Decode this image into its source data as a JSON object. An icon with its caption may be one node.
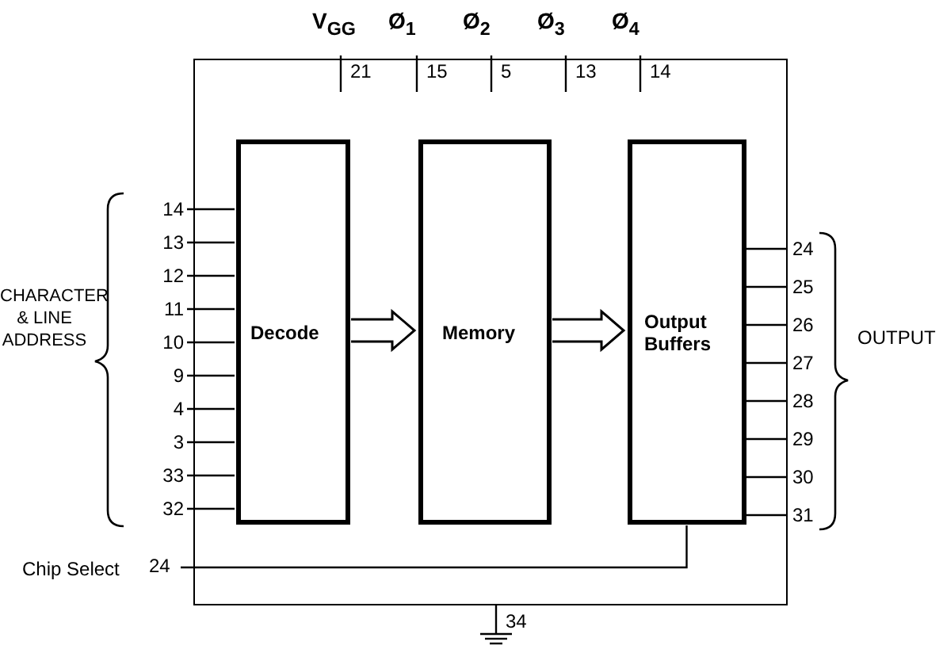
{
  "diagram": {
    "nodes": [
      {
        "text": [],
        "shape": "box"
      },
      {
        "text": [
          "Decode"
        ],
        "in": 0
      },
      {
        "text": [
          "Memory"
        ],
        "in": 0
      },
      {
        "text": [
          "Output Buffers"
        ],
        "in": 0
      },
      {
        "text": [
          "Chip Select"
        ],
        "beside": [
          "24"
        ]
      }
    ],
    "edges": [
      {
        "from": 1,
        "to": 2,
        "arrow": "to"
      },
      {
        "from": 2,
        "to": 3,
        "arrow": "to"
      },
      {
        "from": 4,
        "to": 3,
        "arrow": "none"
      }
    ],
    "labels": [
      "V$_{GG}$",
      "21",
      "Ø$_{1}$",
      "15",
      "Ø$_{2}$",
      "5",
      "Ø$_{3}$",
      "13",
      "Ø$_{4}$",
      "14",
      "14",
      "13",
      "12",
      "11",
      "10",
      "9",
      "4",
      "3",
      "33",
      "32",
      "24",
      "25",
      "26",
      "27",
      "28",
      "29",
      "30",
      "31",
      "CHARACTER & LINE ADDRESS",
      "OUTPUT",
      "34"
    ]
  }
}
